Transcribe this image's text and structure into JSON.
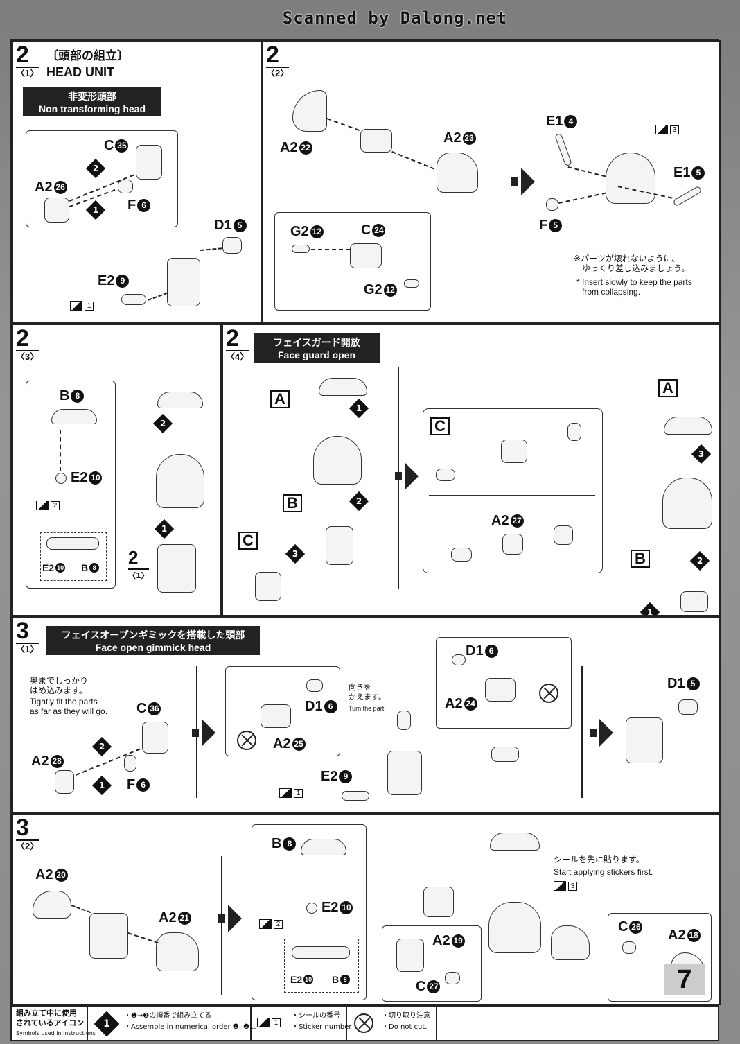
{
  "scan_credit": "Scanned by Dalong.net",
  "page_number": "7",
  "panels": {
    "p2_1": {
      "step": "2",
      "sub": "〈1〉",
      "title_jp": "〔頭部の組立〕",
      "title_en": "HEAD UNIT",
      "banner_jp": "非変形頭部",
      "banner_en": "Non transforming head",
      "labels": {
        "c35": "C",
        "c35n": "35",
        "a226": "A2",
        "a226n": "26",
        "f6": "F",
        "f6n": "6",
        "d15": "D1",
        "d15n": "5",
        "e29": "E2",
        "e29n": "9"
      },
      "steps": [
        "1",
        "2"
      ],
      "sticker": "1"
    },
    "p2_2": {
      "step": "2",
      "sub": "〈2〉",
      "labels": {
        "a222": "A2",
        "a222n": "22",
        "a223": "A2",
        "a223n": "23",
        "g212a": "G2",
        "g212an": "12",
        "c24": "C",
        "c24n": "24",
        "g212b": "G2",
        "g212bn": "12",
        "e14": "E1",
        "e14n": "4",
        "e15": "E1",
        "e15n": "5",
        "f5": "F",
        "f5n": "5"
      },
      "sticker": "3",
      "note_jp_1": "※パーツが壊れないように、",
      "note_jp_2": "ゆっくり差し込みましょう。",
      "note_en_1": "* Insert slowly to keep the parts",
      "note_en_2": "from collapsing."
    },
    "p2_3": {
      "step": "2",
      "sub": "〈3〉",
      "labels": {
        "b8": "B",
        "b8n": "8",
        "e210": "E2",
        "e210n": "10",
        "e210b": "E2",
        "e210bn": "10",
        "b8b": "B",
        "b8bn": "8"
      },
      "steps": [
        "1",
        "2"
      ],
      "sticker": "2",
      "ref_step": "2",
      "ref_sub": "〈1〉"
    },
    "p2_4": {
      "step": "2",
      "sub": "〈4〉",
      "banner_jp": "フェイスガード開放",
      "banner_en": "Face guard open",
      "letters": [
        "A",
        "B",
        "C",
        "C",
        "A",
        "B"
      ],
      "labels": {
        "a227": "A2",
        "a227n": "27"
      },
      "steps": [
        "1",
        "2",
        "3",
        "3",
        "2",
        "1"
      ]
    },
    "p3_1": {
      "step": "3",
      "sub": "〈1〉",
      "banner": "フェイスオープンギミックを搭載した頭部",
      "banner_en": "Face open gimmick head",
      "note_jp_1": "奥までしっかり",
      "note_jp_2": "はめ込みます。",
      "note_en_1": "Tightly fit the parts",
      "note_en_2": "as far as they will go.",
      "turn_jp_1": "向きを",
      "turn_jp_2": "かえます。",
      "turn_en": "Turn the part.",
      "labels": {
        "c36": "C",
        "c36n": "36",
        "a228": "A2",
        "a228n": "28",
        "f6": "F",
        "f6n": "6",
        "d16": "D1",
        "d16n": "6",
        "a225": "A2",
        "a225n": "25",
        "e29": "E2",
        "e29n": "9",
        "d16b": "D1",
        "d16bn": "6",
        "a224": "A2",
        "a224n": "24",
        "d15": "D1",
        "d15n": "5"
      },
      "steps": [
        "1",
        "2"
      ],
      "sticker": "1"
    },
    "p3_2": {
      "step": "3",
      "sub": "〈2〉",
      "labels": {
        "a220": "A2",
        "a220n": "20",
        "a221": "A2",
        "a221n": "21",
        "b8": "B",
        "b8n": "8",
        "e210": "E2",
        "e210n": "10",
        "e210b": "E2",
        "e210bn": "10",
        "b8b": "B",
        "b8bn": "8",
        "a219": "A2",
        "a219n": "19",
        "c27": "C",
        "c27n": "27",
        "c26": "C",
        "c26n": "26",
        "a218": "A2",
        "a218n": "18"
      },
      "sticker_a": "2",
      "sticker_b": "3",
      "note_jp": "シールを先に貼ります。",
      "note_en": "Start applying stickers first."
    }
  },
  "legend": {
    "title_jp_1": "組み立て中に使用",
    "title_jp_2": "されているアイコン",
    "title_en": "Symbols used in instructions",
    "order_jp": "・❶→❷の順番で組み立てる",
    "order_en": "・Assemble in numerical order ❶, ❷...",
    "sticker_jp": "・シールの番号",
    "sticker_en": "・Sticker number",
    "sticker_num": "1",
    "cut_jp": "・切り取り注意",
    "cut_en": "・Do not cut.",
    "order_icon": "1"
  },
  "icons": [
    "step-diamond-icon",
    "sticker-icon",
    "do-not-cut-icon",
    "next-arrow-icon"
  ]
}
